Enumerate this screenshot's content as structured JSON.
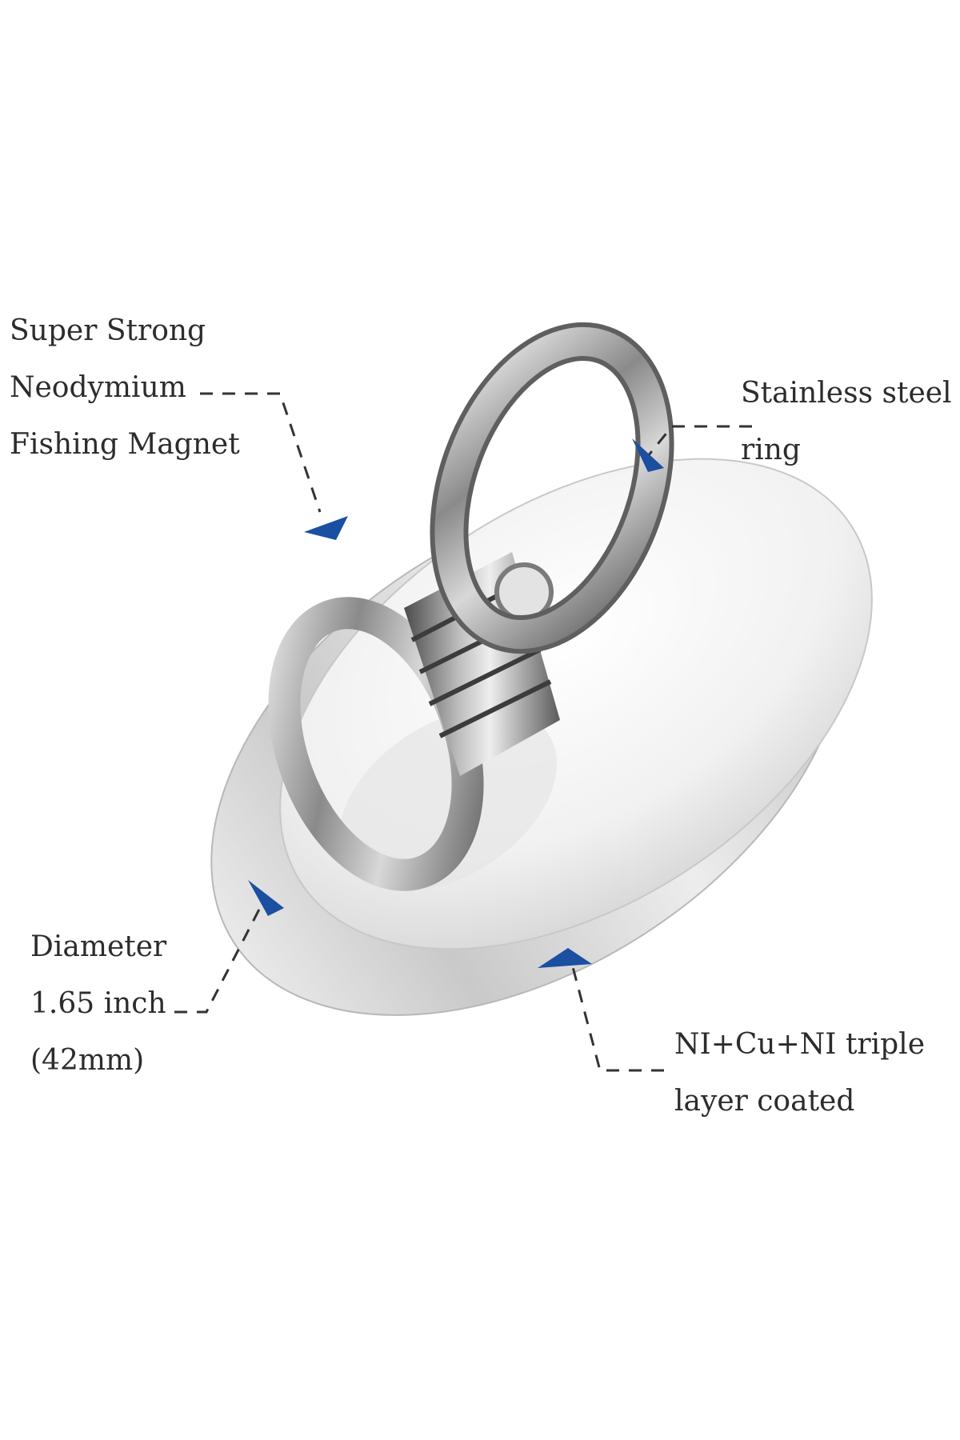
{
  "callouts": {
    "magnet": {
      "line1": "Super Strong",
      "line2": "Neodymium",
      "line3": "Fishing Magnet"
    },
    "ring": {
      "line1": "Stainless steel",
      "line2": "ring"
    },
    "diameter": {
      "line1": "Diameter",
      "line2": "1.65 inch",
      "line3": "(42mm)"
    },
    "coating": {
      "line1": "NI+Cu+NI triple",
      "line2": "layer coated"
    }
  },
  "colors": {
    "background": "#ffffff",
    "text": "#2c2c2c",
    "arrow": "#1b4fa0",
    "leader": "#333333"
  },
  "icons": [
    "arrow-head-icon"
  ]
}
